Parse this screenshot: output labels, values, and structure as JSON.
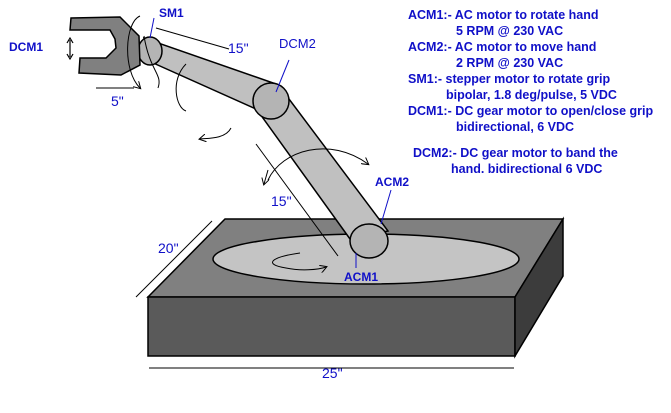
{
  "labels": {
    "dcm1": "DCM1",
    "sm1": "SM1",
    "dcm2": "DCM2",
    "acm2": "ACM2",
    "acm1": "ACM1"
  },
  "dimensions": {
    "upper_arm": "15\"",
    "lower_arm": "15\"",
    "gripper": "5\"",
    "base_depth": "20\"",
    "base_width": "25\""
  },
  "legend": {
    "acm1_line1": "ACM1:- AC motor to rotate hand",
    "acm1_line2": "5 RPM @ 230 VAC",
    "acm2_line1": "ACM2:- AC motor to move hand",
    "acm2_line2": "2 RPM @ 230 VAC",
    "sm1_line1": "SM1:- stepper motor to rotate grip",
    "sm1_line2": "bipolar, 1.8 deg/pulse, 5 VDC",
    "dcm1_line1": "DCM1:- DC gear motor to open/close grip",
    "dcm1_line2": "bidirectional, 6 VDC",
    "dcm2_line1": "DCM2:- DC gear motor to band the",
    "dcm2_line2": "hand. bidirectional 6 VDC"
  },
  "colors": {
    "text": "#1010c8",
    "base_top": "#808080",
    "base_front": "#5a5a5a",
    "base_side": "#3c3c3c",
    "arm": "#c0c0c0",
    "platter": "#c4c4c4"
  }
}
